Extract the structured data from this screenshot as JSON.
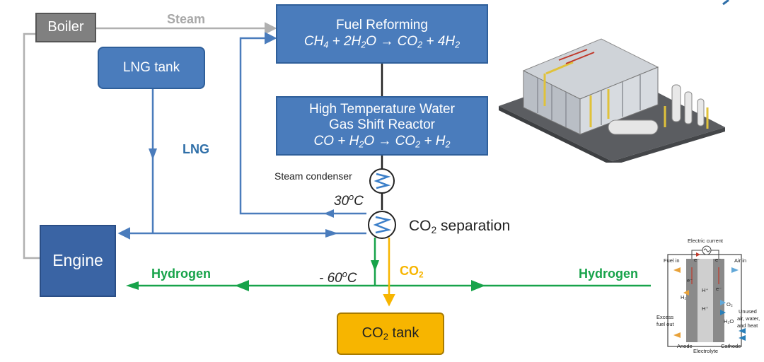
{
  "nodes": {
    "boiler": "Boiler",
    "lng_tank": "LNG tank",
    "fuel_reforming": {
      "title": "Fuel Reforming",
      "eq": [
        "CH",
        "4",
        " + 2H",
        "2",
        "O → CO",
        "2",
        " + 4H",
        "2"
      ]
    },
    "shift_reactor": {
      "line1": "High Temperature Water",
      "line2": "Gas Shift Reactor",
      "eq": [
        "CO + H",
        "2",
        "O → CO",
        "2",
        " + H",
        "2"
      ]
    },
    "steam_condenser": "Steam condenser",
    "co2_separation": [
      "CO",
      "2",
      " separation"
    ],
    "engine": "Engine",
    "co2_tank": [
      "CO",
      "2",
      " tank"
    ]
  },
  "flows": {
    "steam": "Steam",
    "lng": "LNG",
    "hydrogen_left": "Hydrogen",
    "hydrogen_right": "Hydrogen",
    "co2": [
      "CO",
      "2"
    ],
    "temp_30": [
      "30",
      "o",
      "C"
    ],
    "temp_minus60": [
      "- 60",
      "o",
      "C"
    ]
  },
  "fuel_cell": {
    "electric_current": "Electric current",
    "fuel_in": "Fuel in",
    "air_in": "Air in",
    "excess_fuel_out": [
      "Excess",
      "fuel out"
    ],
    "unused": [
      "Unused",
      "air, water,",
      "and heat"
    ],
    "anode": "Anode",
    "electrolyte": "Electrolyte",
    "cathode": "Cathode",
    "e_minus": "e⁻",
    "h_plus": "H⁺",
    "h2": "H₂",
    "o2": "O₂",
    "h2o": "H₂O"
  },
  "colors": {
    "box_blue": "#4a7cbc",
    "box_border": "#2f5f9a",
    "engine_blue": "#3a64a4",
    "boiler_gray": "#808080",
    "hydrogen_green": "#17a34a",
    "co2_yellow": "#f7b500",
    "flow_blue": "#4a7cbc",
    "steam_gray": "#b0b0b0",
    "lng_label": "#2f6fa8"
  }
}
